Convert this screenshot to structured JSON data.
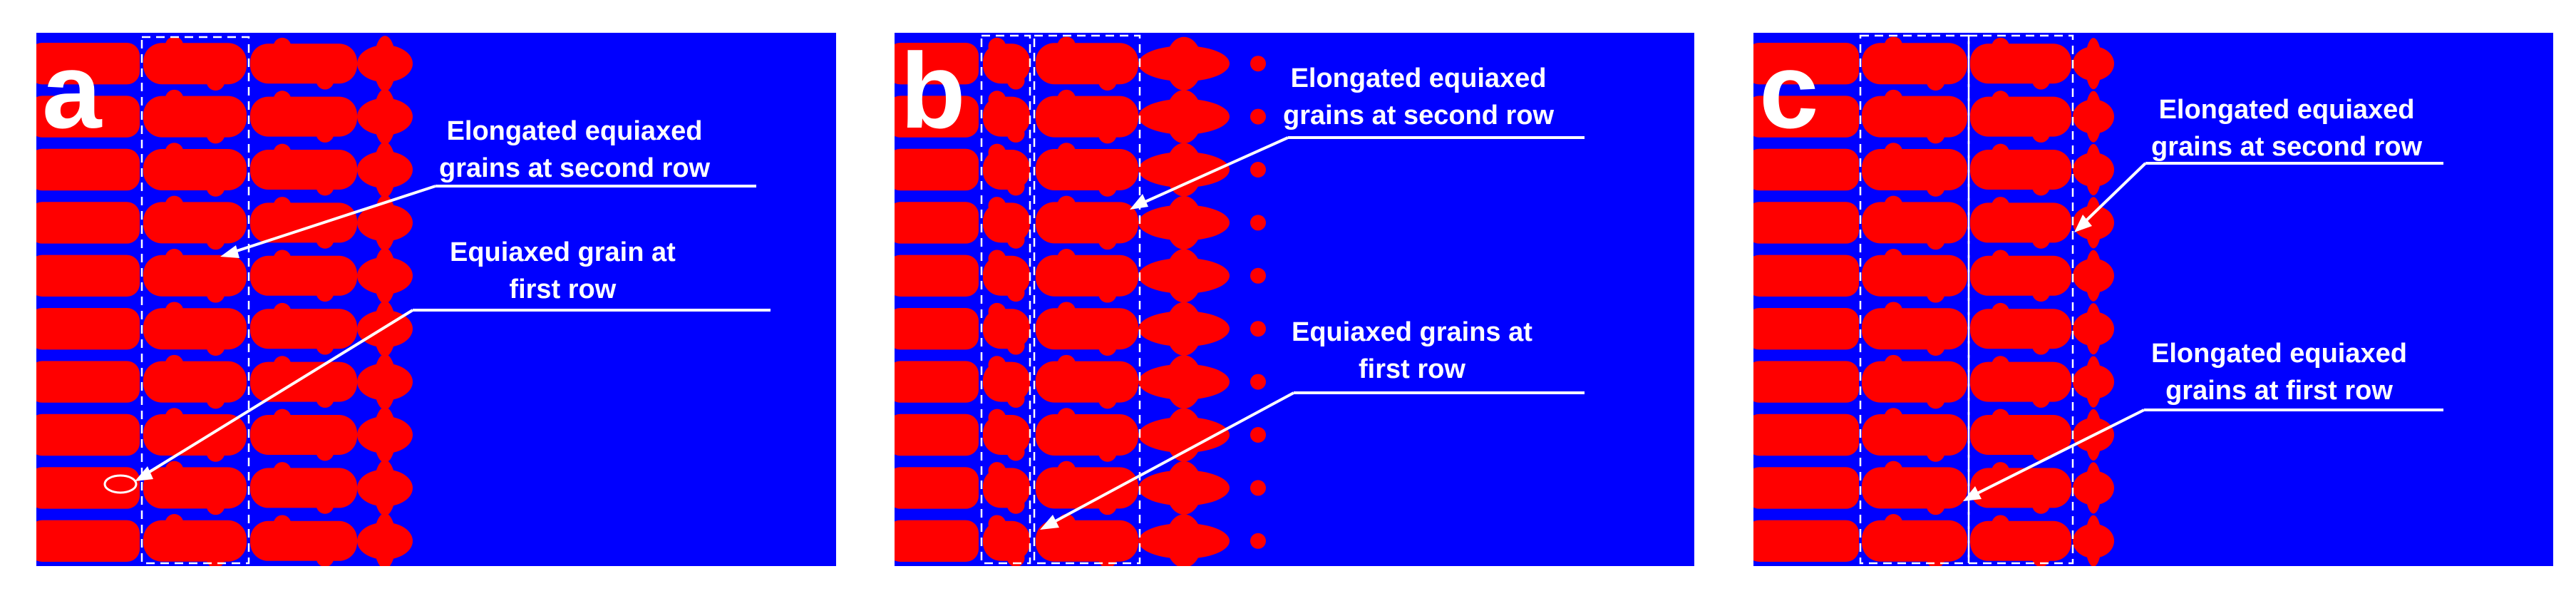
{
  "panels": [
    {
      "id": "a",
      "letter": "a",
      "annotations": [
        {
          "text_line1": "Elongated equiaxed",
          "text_line2": "grains at second row"
        },
        {
          "text_line1": "Equiaxed grain at",
          "text_line2": "first row"
        }
      ]
    },
    {
      "id": "b",
      "letter": "b",
      "annotations": [
        {
          "text_line1": "Elongated equiaxed",
          "text_line2": "grains at second row"
        },
        {
          "text_line1": "Equiaxed grains at",
          "text_line2": "first row"
        }
      ]
    },
    {
      "id": "c",
      "letter": "c",
      "annotations": [
        {
          "text_line1": "Elongated equiaxed",
          "text_line2": "grains at second row"
        },
        {
          "text_line1": "Elongated equiaxed",
          "text_line2": "grains at first row"
        }
      ]
    }
  ],
  "colors": {
    "background": "#0000ff",
    "grain": "#ff0000",
    "annotation": "#ffffff"
  }
}
